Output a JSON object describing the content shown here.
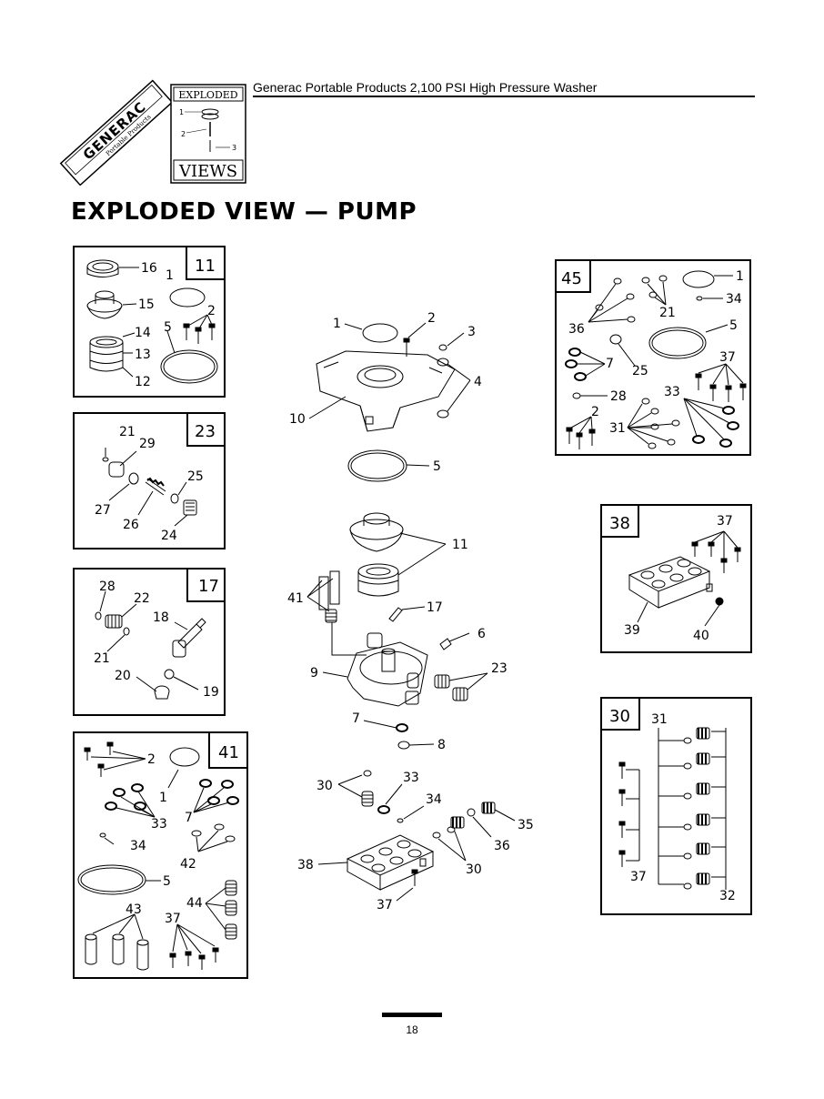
{
  "header": {
    "brand_name": "GENERAC",
    "brand_subtitle": "Portable Products",
    "badge_top": "EXPLODED",
    "badge_bottom": "VIEWS",
    "badge_callouts": [
      "1",
      "2",
      "3"
    ],
    "title": "Generac Portable Products 2,100 PSI High Pressure Washer"
  },
  "page_title": "EXPLODED VIEW — PUMP",
  "page_number": "18",
  "boxes": {
    "b11": {
      "number": "11",
      "labels": [
        "16",
        "1",
        "15",
        "2",
        "14",
        "5",
        "13",
        "12"
      ]
    },
    "b23": {
      "number": "23",
      "labels": [
        "21",
        "29",
        "25",
        "27",
        "26",
        "24"
      ]
    },
    "b17": {
      "number": "17",
      "labels": [
        "28",
        "22",
        "18",
        "21",
        "20",
        "19"
      ]
    },
    "b41": {
      "number": "41",
      "labels": [
        "2",
        "1",
        "7",
        "33",
        "34",
        "42",
        "5",
        "43",
        "44",
        "37"
      ]
    },
    "b45": {
      "number": "45",
      "labels": [
        "1",
        "34",
        "21",
        "36",
        "5",
        "7",
        "25",
        "37",
        "28",
        "33",
        "2",
        "31"
      ]
    },
    "b38": {
      "number": "38",
      "labels": [
        "37",
        "39",
        "40"
      ]
    },
    "b30": {
      "number": "30",
      "labels": [
        "31",
        "37",
        "32"
      ]
    }
  },
  "main_labels": [
    "1",
    "2",
    "3",
    "4",
    "10",
    "5",
    "11",
    "41",
    "17",
    "6",
    "9",
    "23",
    "7",
    "8",
    "30",
    "33",
    "34",
    "35",
    "36",
    "38",
    "30",
    "37"
  ]
}
